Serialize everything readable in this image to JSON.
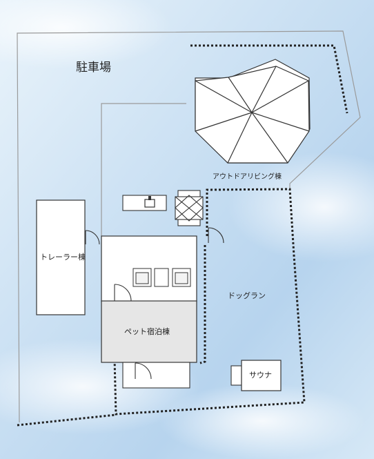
{
  "labels": {
    "parking": "駐車場",
    "outdoor_living": "アウトドアリビング棟",
    "trailer": "トレーラー棟",
    "dog_run": "ドッグラン",
    "pet_lodging": "ペット宿泊棟",
    "sauna": "サウナ"
  },
  "colors": {
    "sky_light": "#eef6fc",
    "sky_mid": "#cfe2f3",
    "sky_deep": "#a9cbea",
    "line": "#222222",
    "boundary": "#9a9a9a",
    "building_fill": "#ffffff",
    "pet_lower_fill": "#e6e6e6"
  },
  "icons": [
    "umbrella-icon",
    "sink-icon",
    "table-with-chairs-icon",
    "sofa-icon",
    "door-swing-icon"
  ]
}
